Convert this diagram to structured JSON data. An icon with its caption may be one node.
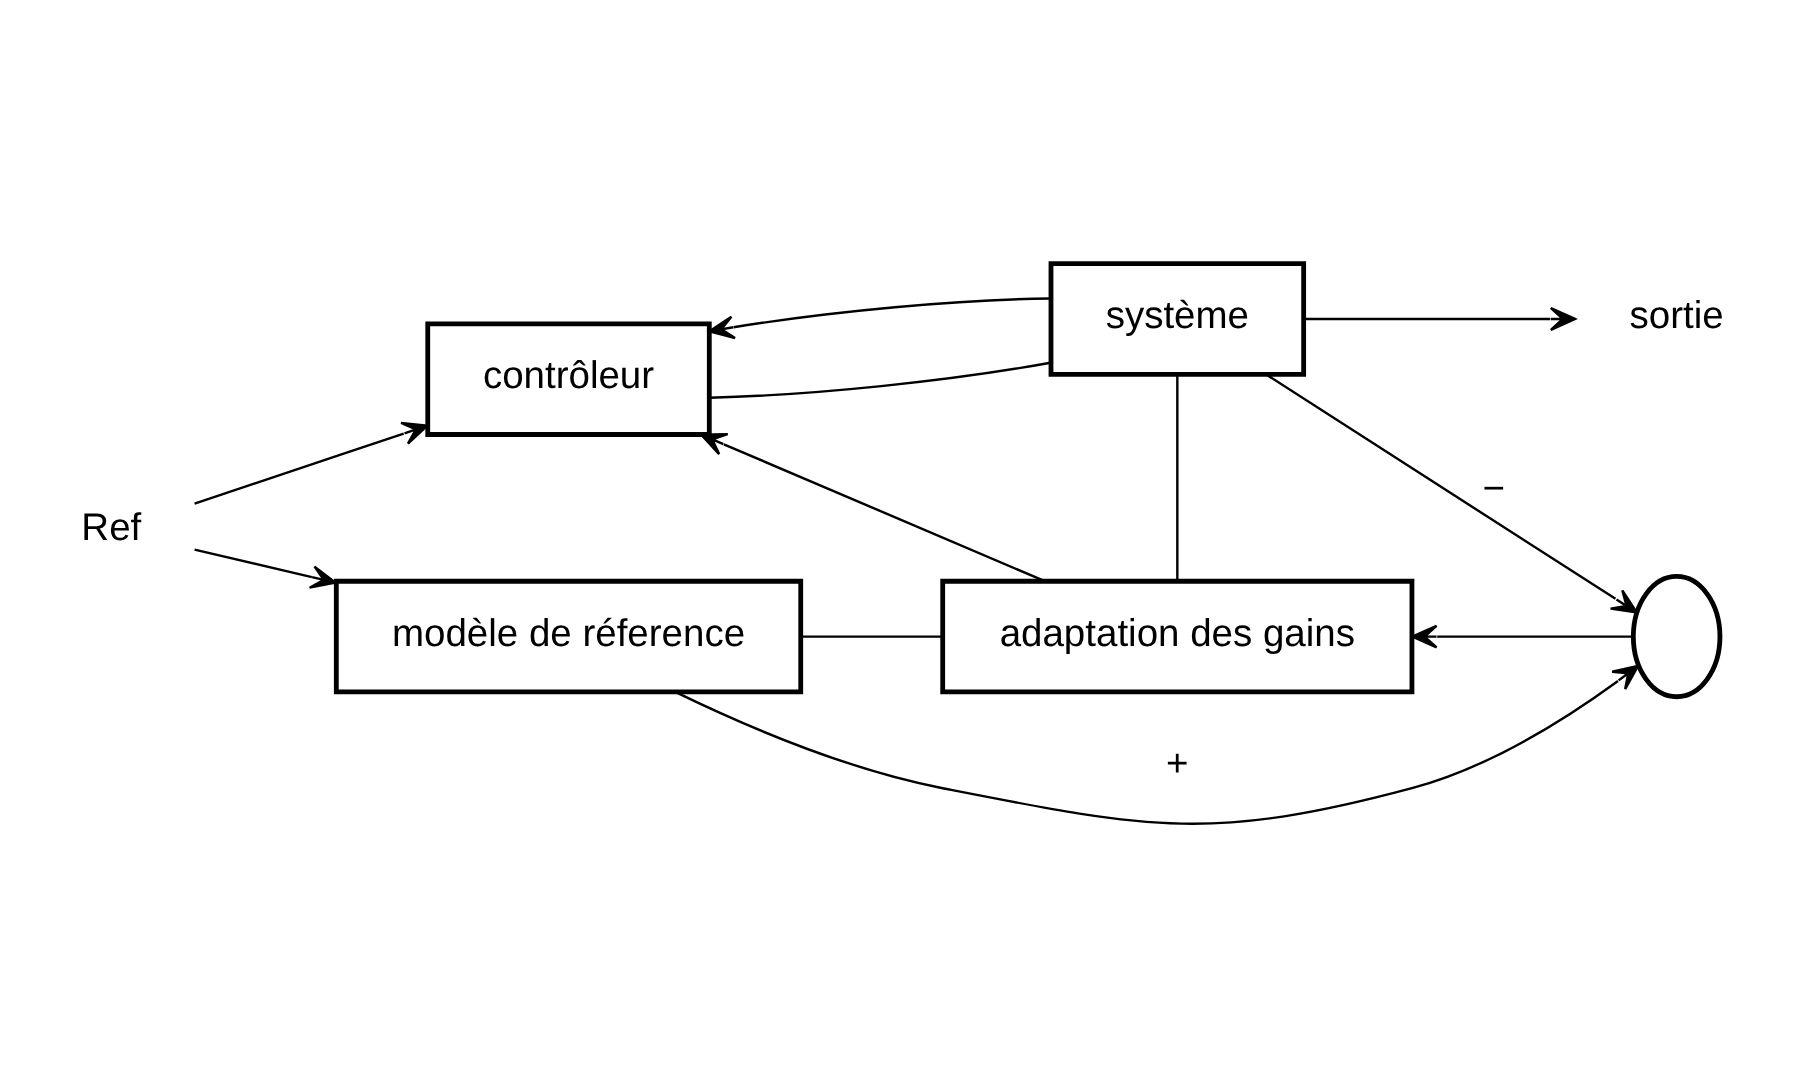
{
  "diagram": {
    "nodes": [
      {
        "text": [
          "Ref"
        ]
      },
      {
        "text": [
          "contrôleur"
        ]
      },
      {
        "text": [
          "système"
        ]
      },
      {
        "text": [
          "sortie"
        ]
      },
      {
        "text": [
          "adaptation des gains"
        ]
      },
      {
        "text": [
          "modèle de réference"
        ]
      },
      {
        "text": [],
        "shape": "circle"
      }
    ],
    "edges": [
      {
        "from": 0,
        "to": 1,
        "arrow": "to"
      },
      {
        "from": 0,
        "to": 5,
        "arrow": "to"
      },
      {
        "from": 1,
        "to": 2,
        "arrow": "none"
      },
      {
        "from": 2,
        "to": 3,
        "arrow": "to"
      },
      {
        "from": 2,
        "to": 1,
        "arrow": "to"
      },
      {
        "from": 2,
        "to": 4,
        "arrow": "none"
      },
      {
        "from": 4,
        "to": 1,
        "arrow": "to"
      },
      {
        "from": 5,
        "to": 4,
        "arrow": "none"
      },
      {
        "from": 5,
        "to": 6,
        "arrow": "to",
        "label": "+"
      },
      {
        "from": 2,
        "to": 6,
        "arrow": "to",
        "label": "−"
      },
      {
        "from": 6,
        "to": 4,
        "arrow": "to"
      }
    ]
  }
}
